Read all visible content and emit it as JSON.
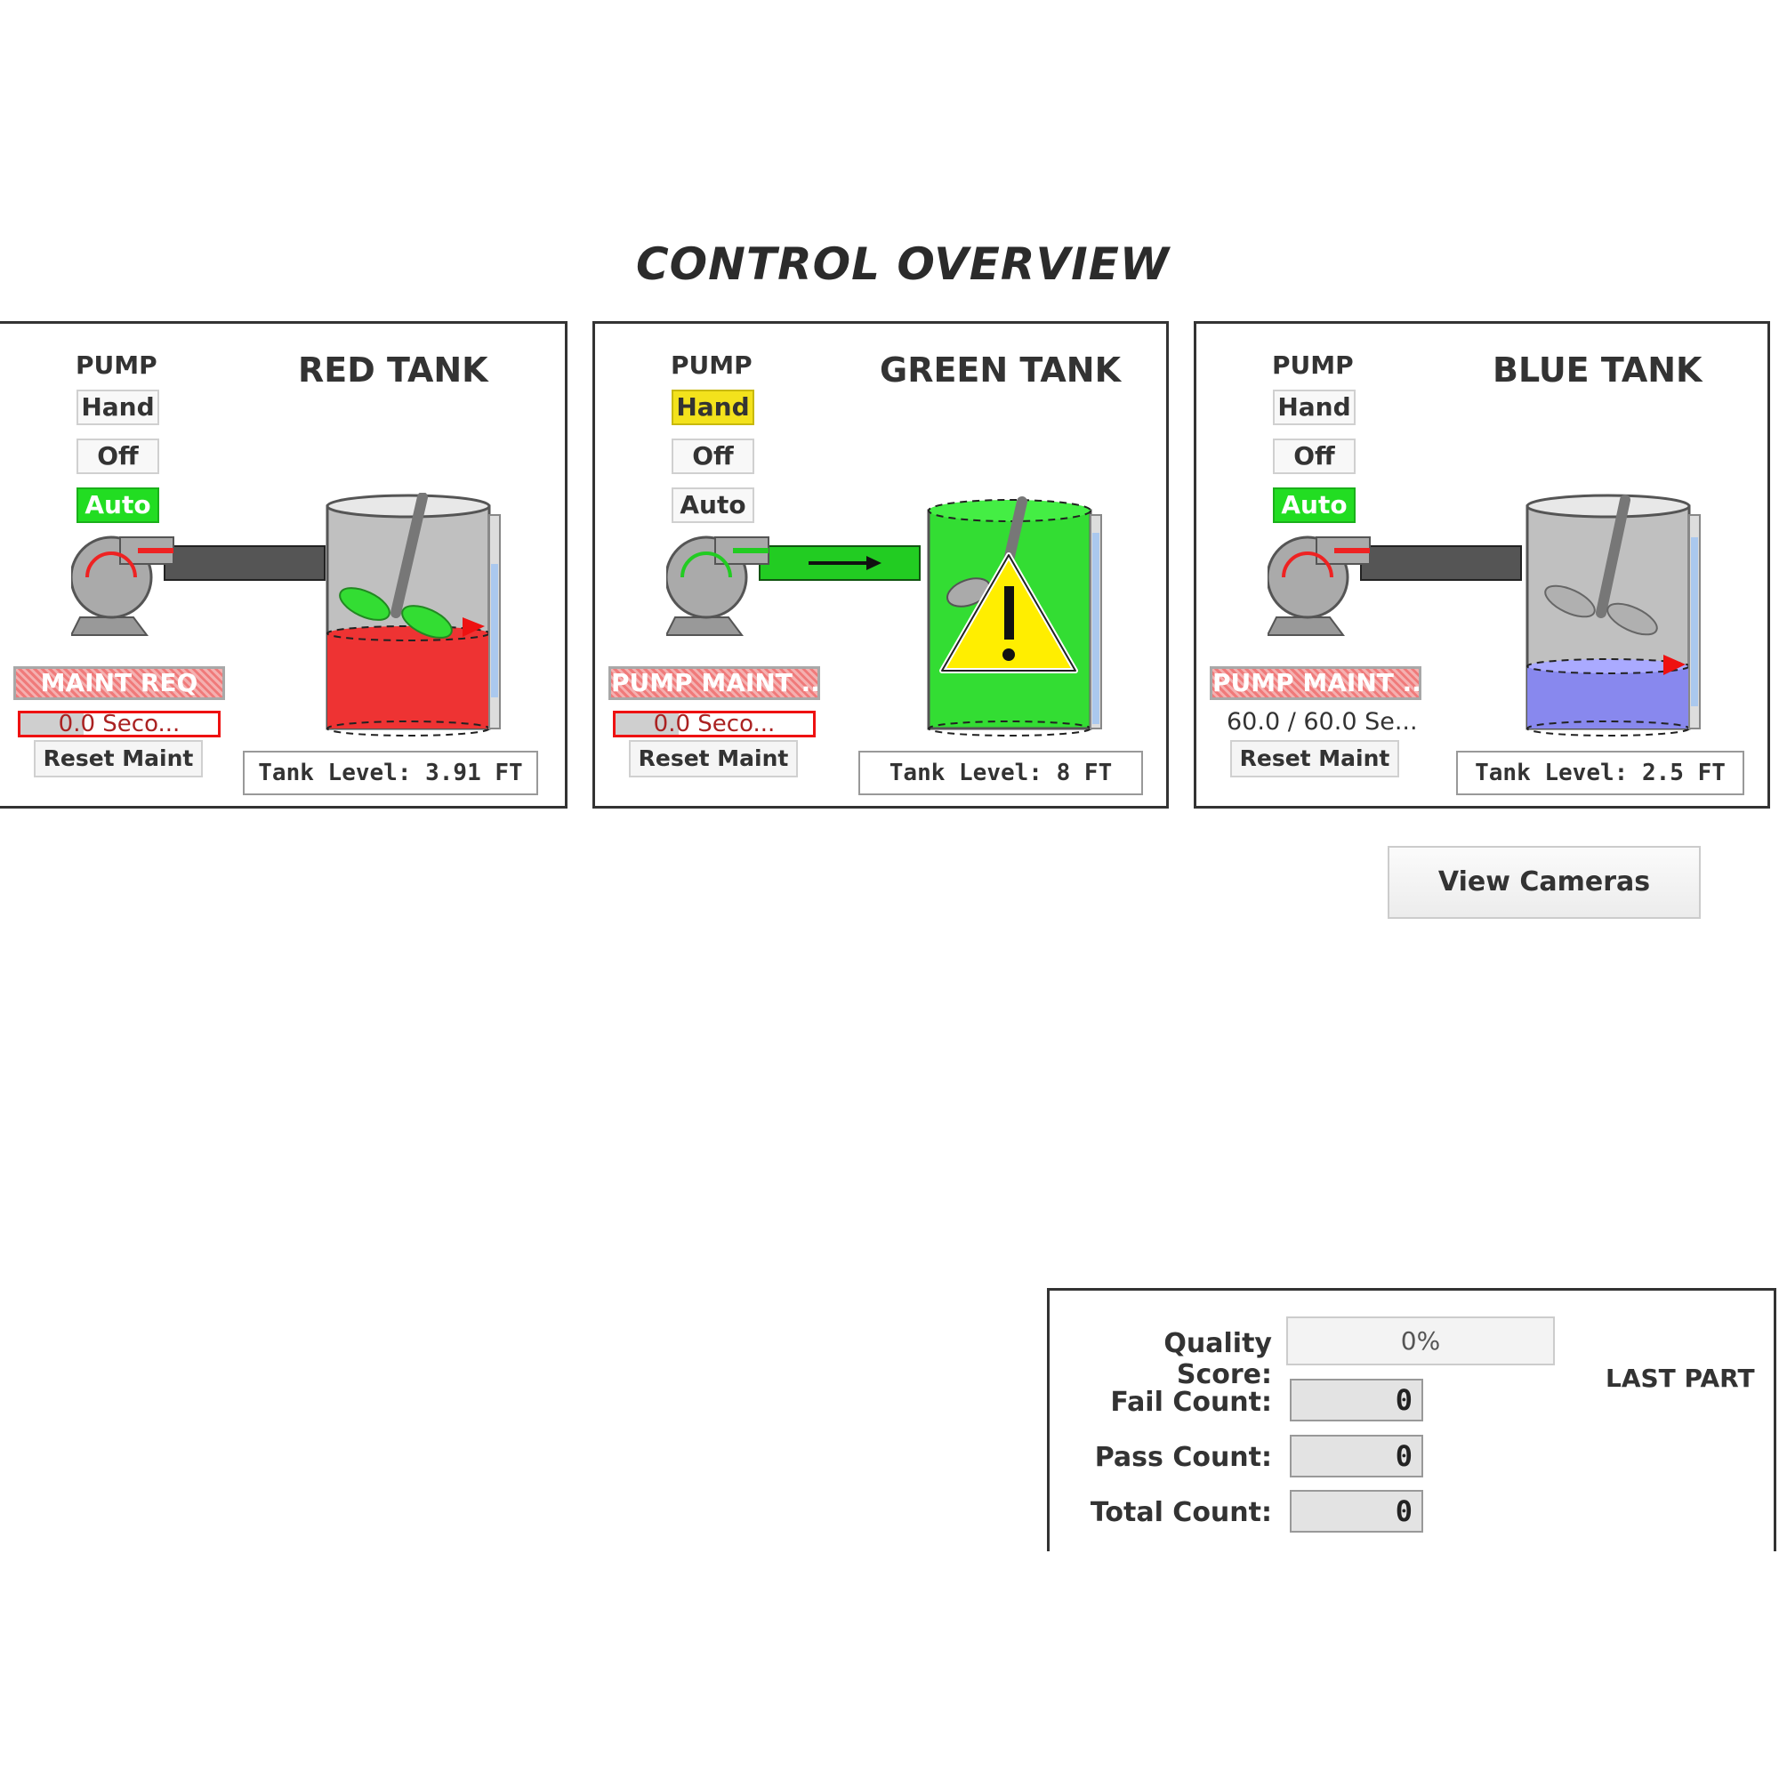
{
  "header": {
    "title": "CONTROL OVERVIEW"
  },
  "tanks": [
    {
      "name": "RED TANK",
      "pump_label": "PUMP",
      "modes": [
        "Hand",
        "Off",
        "Auto"
      ],
      "active_mode": "Auto",
      "maint_banner": "MAINT REQ",
      "timer": "0.0 Seco...",
      "reset_label": "Reset Maint",
      "level_text": "Tank Level: 3.91 FT",
      "level_ft": 3.91,
      "liquid_color": "#ee3333",
      "pump_running": false
    },
    {
      "name": "GREEN TANK",
      "pump_label": "PUMP",
      "modes": [
        "Hand",
        "Off",
        "Auto"
      ],
      "active_mode": "Hand",
      "maint_banner": "PUMP MAINT ...",
      "timer": "0.0 Seco...",
      "reset_label": "Reset Maint",
      "level_text": "Tank Level: 8 FT",
      "level_ft": 8,
      "liquid_color": "#33dd33",
      "pump_running": true
    },
    {
      "name": "BLUE TANK",
      "pump_label": "PUMP",
      "modes": [
        "Hand",
        "Off",
        "Auto"
      ],
      "active_mode": "Auto",
      "maint_banner": "PUMP MAINT ...",
      "timer": "60.0 / 60.0 Se...",
      "reset_label": "Reset Maint",
      "level_text": "Tank Level: 2.5 FT",
      "level_ft": 2.5,
      "liquid_color": "#8888ee",
      "pump_running": false
    }
  ],
  "cameras_button": "View Cameras",
  "quality": {
    "score_label": "Quality Score:",
    "score_value": "0%",
    "fail_label": "Fail Count:",
    "fail_value": "0",
    "pass_label": "Pass Count:",
    "pass_value": "0",
    "total_label": "Total Count:",
    "total_value": "0",
    "last_part": "LAST PART"
  },
  "colors": {
    "auto_active": "#22dd22",
    "hand_active": "#f3e21c",
    "alarm_red": "#ee1111"
  },
  "icons": [
    "pump-icon",
    "tank-icon",
    "mixer-icon",
    "warning-icon",
    "flow-arrow-icon"
  ]
}
